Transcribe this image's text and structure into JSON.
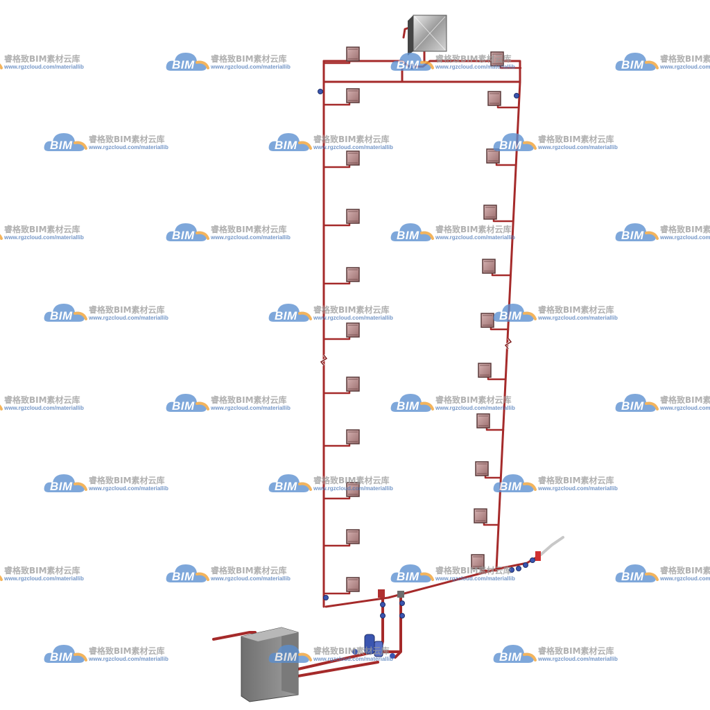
{
  "watermark": {
    "logo_text": "BIM",
    "brand_text": "睿格致BIM素材云库",
    "url_text": "www.rgzcloud.com/materiallib"
  },
  "colors": {
    "pipe": "#a52a2a",
    "pipe_dark": "#7d1d1d",
    "radiator_face": "#b88a8a",
    "radiator_edge": "#5a3a3a",
    "valve_blue": "#3a55b0",
    "tank_grey": "#8e8e8e",
    "cloud_blue": "#5b8fd0",
    "cloud_orange": "#f0a030"
  },
  "components": {
    "expansion_tank": "expansion-tank-icon",
    "radiator": "radiator-icon",
    "pump": "circulation-pump-icon",
    "boiler_box": "heat-source-box-icon",
    "valve": "valve-icon"
  }
}
